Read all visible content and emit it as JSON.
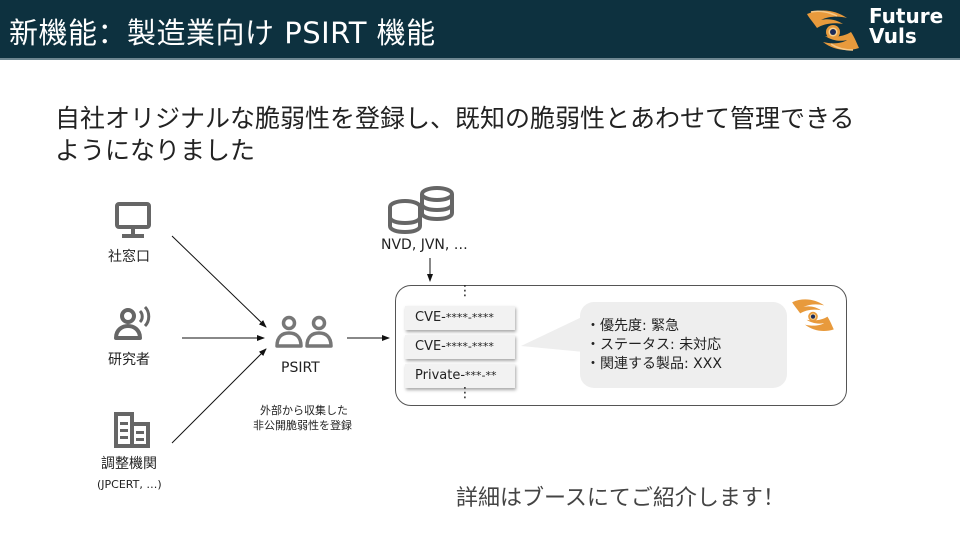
{
  "header": {
    "title": "新機能：製造業向け PSIRT 機能",
    "logo": {
      "line1": "Future",
      "line2": "Vuls",
      "icon": "eye-logo-icon"
    },
    "colors": {
      "background": "#0d313f",
      "logo_orange": "#e89a3c"
    }
  },
  "lead": {
    "line1": "自社オリジナルな脆弱性を登録し、既知の脆弱性とあわせて管理できる",
    "line2": "ようになりました"
  },
  "sources": [
    {
      "label": "社窓口",
      "icon": "monitor-icon"
    },
    {
      "label": "研究者",
      "icon": "person-speaking-icon"
    },
    {
      "label": "調整機関",
      "sublabel": "(JPCERT, …)",
      "icon": "building-icon"
    }
  ],
  "psirt": {
    "label": "PSIRT",
    "icon": "users-group-icon",
    "note_line1": "外部から収集した",
    "note_line2": "非公開脆弱性を登録"
  },
  "external_db": {
    "label": "NVD, JVN, …",
    "icon": "database-icon"
  },
  "vuln_list": {
    "items": [
      {
        "prefix": "CVE-",
        "suffix": "****-****"
      },
      {
        "prefix": "CVE-",
        "suffix": "****-****"
      },
      {
        "prefix": "Private-",
        "suffix": "***-**"
      }
    ],
    "ellipsis": "⋮"
  },
  "callout": {
    "items": [
      "優先度: 緊急",
      "ステータス: 未対応",
      "関連する製品: XXX"
    ]
  },
  "footer_note": "詳細はブースにてご紹介します！"
}
